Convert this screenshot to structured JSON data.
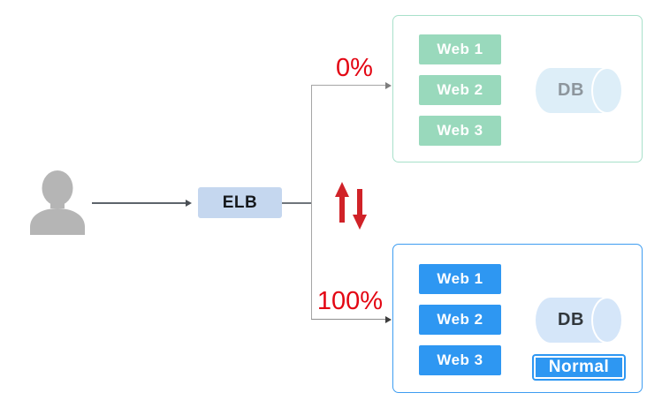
{
  "diagram": {
    "user": {
      "icon": "person-silhouette"
    },
    "elb": {
      "label": "ELB"
    },
    "branches": {
      "top_percent": "0%",
      "bottom_percent": "100%"
    },
    "swap_arrows": {
      "icon": "up-down-red-arrows"
    },
    "groups": {
      "standby": {
        "theme_color": "#99d9bc",
        "border_color": "#a8e0ca",
        "web": [
          "Web 1",
          "Web 2",
          "Web 3"
        ],
        "db": "DB"
      },
      "active": {
        "theme_color": "#2e97f2",
        "border_color": "#3e9df1",
        "web": [
          "Web 1",
          "Web 2",
          "Web 3"
        ],
        "db": "DB",
        "status": "Normal"
      }
    },
    "colors": {
      "elb_fill": "#c5d7ef",
      "percent_red": "#e30613",
      "swap_arrow_red": "#d02228",
      "cylinder_standby": "#ddeef8",
      "cylinder_active": "#d5e6f9",
      "user_gray": "#b5b5b5",
      "connector_gray": "#a6a6a6",
      "connector_dark": "#5d646b"
    }
  }
}
